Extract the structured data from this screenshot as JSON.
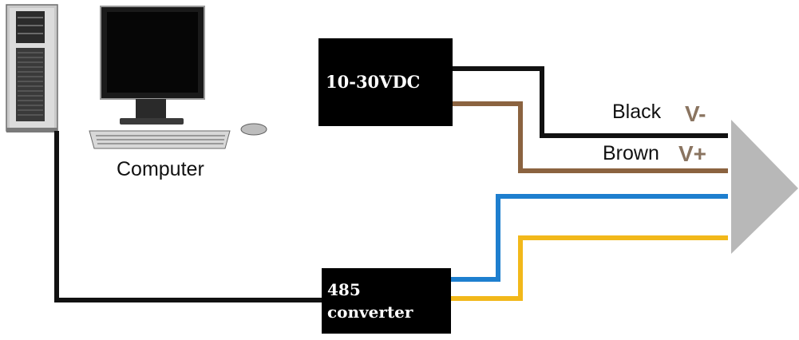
{
  "labels": {
    "computer": "Computer",
    "power_supply": "10-30VDC",
    "converter_line1": "485",
    "converter_line2": "converter",
    "black_wire": "Black",
    "black_polarity": "V-",
    "brown_wire": "Brown",
    "brown_polarity": "V+"
  },
  "colors": {
    "black_wire": "#111111",
    "brown_wire": "#8b6340",
    "blue_wire": "#1e7fcf",
    "yellow_wire": "#f2b81a",
    "box_fill": "#000000",
    "sensor_fill": "#b8b8b8",
    "polarity_text": "#8a7460"
  },
  "icons": {
    "computer": "desktop-computer-icon"
  }
}
